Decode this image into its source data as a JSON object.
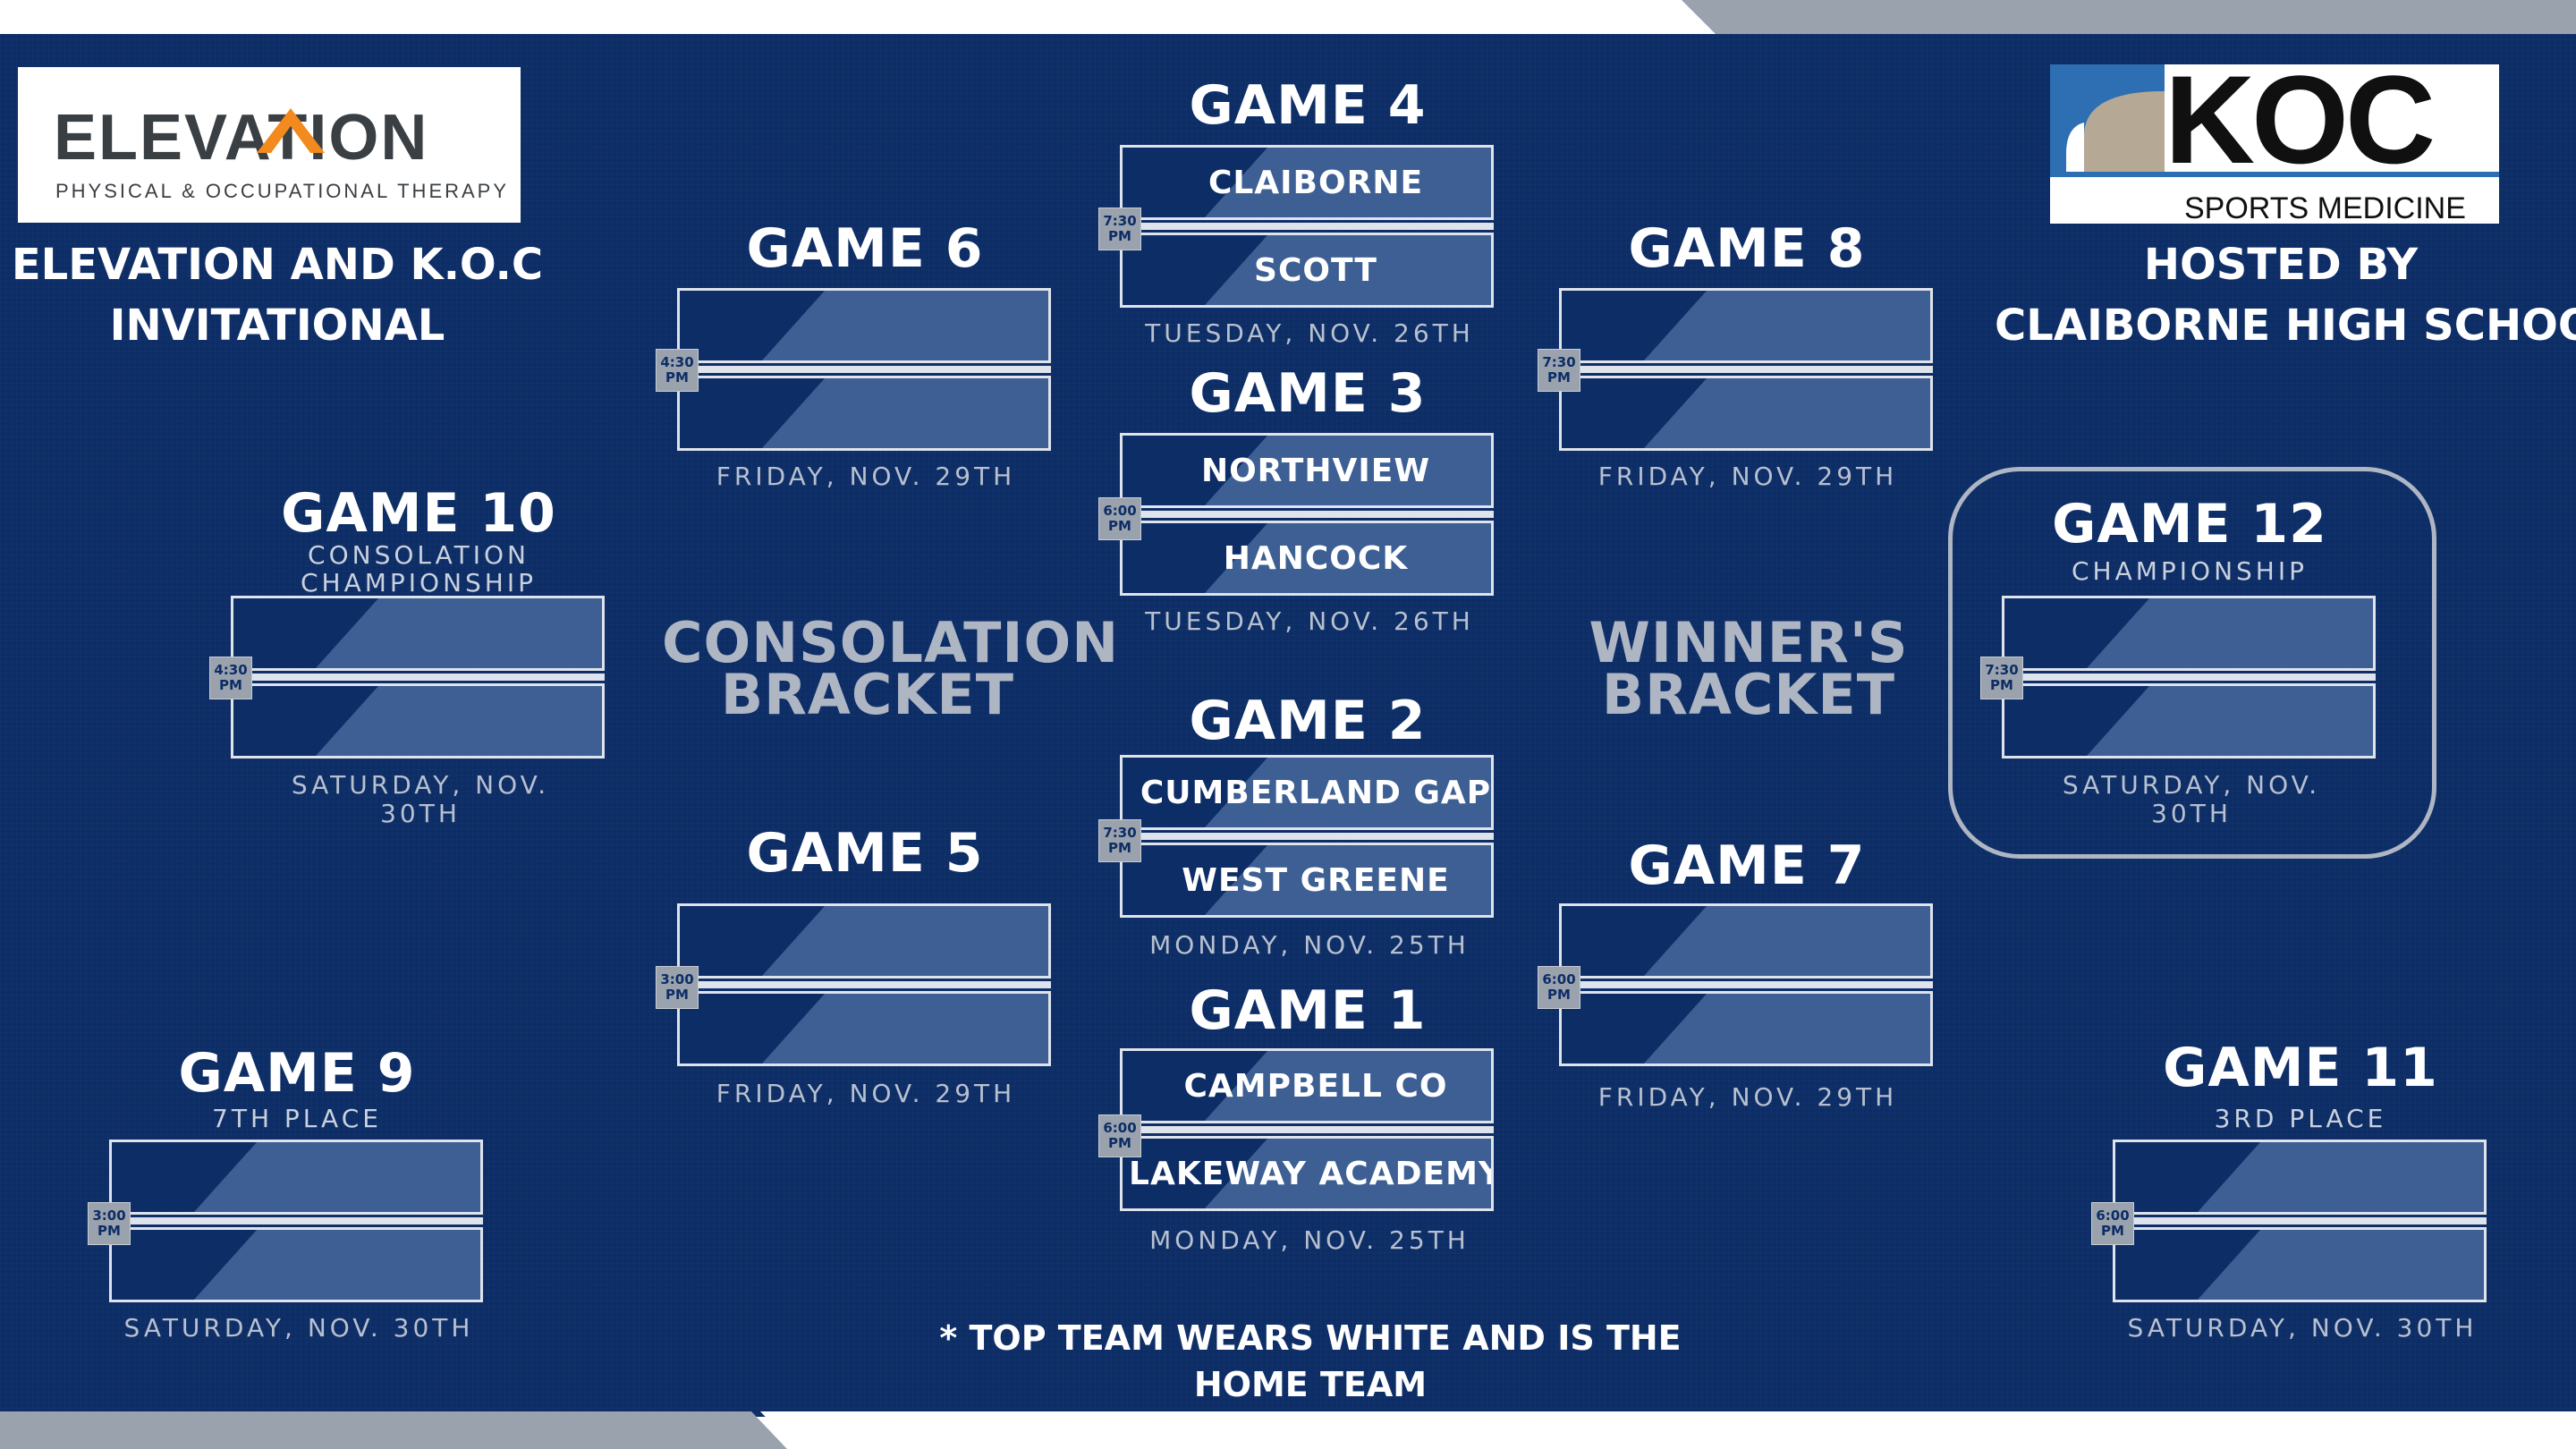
{
  "header": {
    "left_title": [
      "ELEVATION AND K.O.C",
      "INVITATIONAL"
    ],
    "right_title": [
      "HOSTED BY",
      "CLAIBORNE HIGH SCHOOL"
    ]
  },
  "logos": {
    "left": {
      "word": "ELEVATION",
      "tagline": "PHYSICAL & OCCUPATIONAL THERAPY"
    },
    "right": {
      "word": "KOC",
      "tagline": "SPORTS MEDICINE"
    }
  },
  "brackets": {
    "consolation": [
      "CONSOLATION",
      "BRACKET"
    ],
    "winners": [
      "WINNER'S",
      "BRACKET"
    ]
  },
  "games": {
    "g1": {
      "title": "GAME 1",
      "time": [
        "6:00",
        "PM"
      ],
      "top": "CAMPBELL CO",
      "bottom": "LAKEWAY ACADEMY",
      "date": "MONDAY, NOV. 25TH"
    },
    "g2": {
      "title": "GAME 2",
      "time": [
        "7:30",
        "PM"
      ],
      "top": "CUMBERLAND GAP",
      "bottom": "WEST GREENE",
      "date": "MONDAY, NOV. 25TH"
    },
    "g3": {
      "title": "GAME 3",
      "time": [
        "6:00",
        "PM"
      ],
      "top": "NORTHVIEW",
      "bottom": "HANCOCK",
      "date": "TUESDAY, NOV. 26TH"
    },
    "g4": {
      "title": "GAME 4",
      "time": [
        "7:30",
        "PM"
      ],
      "top": "CLAIBORNE",
      "bottom": "SCOTT",
      "date": "TUESDAY, NOV. 26TH"
    },
    "g5": {
      "title": "GAME 5",
      "time": [
        "3:00",
        "PM"
      ],
      "top": "",
      "bottom": "",
      "date": "FRIDAY, NOV. 29TH"
    },
    "g6": {
      "title": "GAME 6",
      "time": [
        "4:30",
        "PM"
      ],
      "top": "",
      "bottom": "",
      "date": "FRIDAY, NOV. 29TH"
    },
    "g7": {
      "title": "GAME 7",
      "time": [
        "6:00",
        "PM"
      ],
      "top": "",
      "bottom": "",
      "date": "FRIDAY, NOV. 29TH"
    },
    "g8": {
      "title": "GAME 8",
      "time": [
        "7:30",
        "PM"
      ],
      "top": "",
      "bottom": "",
      "date": "FRIDAY, NOV. 29TH"
    },
    "g9": {
      "title": "GAME 9",
      "subtitle": "7TH PLACE",
      "time": [
        "3:00",
        "PM"
      ],
      "top": "",
      "bottom": "",
      "date": "SATURDAY, NOV. 30TH"
    },
    "g10": {
      "title": "GAME 10",
      "subtitle": [
        "CONSOLATION",
        "CHAMPIONSHIP"
      ],
      "time": [
        "4:30",
        "PM"
      ],
      "top": "",
      "bottom": "",
      "date": [
        "SATURDAY, NOV.",
        "30TH"
      ]
    },
    "g11": {
      "title": "GAME 11",
      "subtitle": "3RD PLACE",
      "time": [
        "6:00",
        "PM"
      ],
      "top": "",
      "bottom": "",
      "date": "SATURDAY, NOV. 30TH"
    },
    "g12": {
      "title": "GAME 12",
      "subtitle": "CHAMPIONSHIP",
      "time": [
        "7:30",
        "PM"
      ],
      "top": "",
      "bottom": "",
      "date": [
        "SATURDAY, NOV.",
        "30TH"
      ]
    }
  },
  "note": [
    "* TOP TEAM WEARS WHITE AND IS THE",
    "HOME TEAM"
  ],
  "colors": {
    "background": "#0d2d66",
    "slot_stripe": "#3d5f93",
    "accent_grey": "#9aa2ad",
    "logo_orange": "#f28a1e"
  }
}
